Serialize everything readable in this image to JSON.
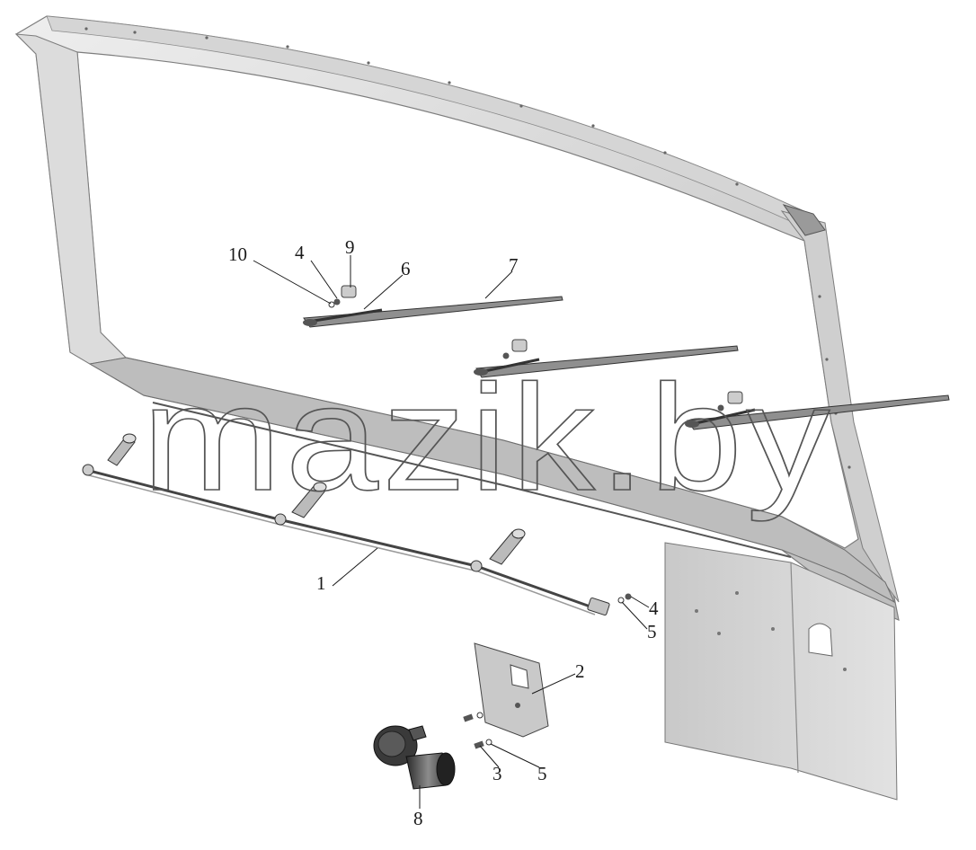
{
  "watermark": "mazik.by",
  "callouts": {
    "c1": "1",
    "c2": "2",
    "c3": "3",
    "c4_top": "4",
    "c4_right": "4",
    "c5_right": "5",
    "c5_bottom": "5",
    "c6": "6",
    "c7": "7",
    "c8": "8",
    "c9": "9",
    "c10": "10"
  },
  "colors": {
    "frame_light": "#e6e6e6",
    "frame_mid": "#c8c8c8",
    "frame_dark": "#8a8a8a",
    "panel": "#d4d4d4",
    "blade": "#7a7a7a",
    "line": "#1a1a1a"
  }
}
